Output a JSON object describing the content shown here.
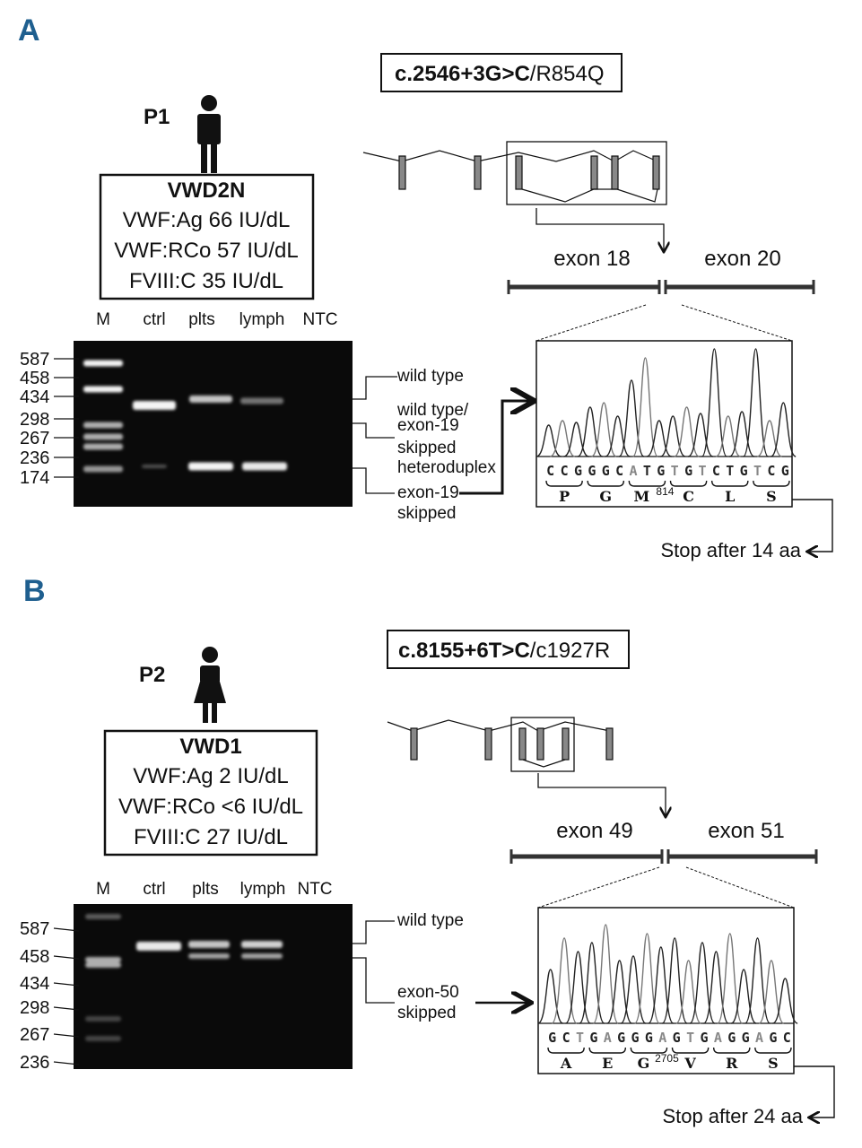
{
  "panels": [
    {
      "label": "A",
      "mutation_bold": "c.2546+3G>C",
      "mutation_rest": "/R854Q",
      "patient": "P1",
      "patient_sex": "male",
      "info": [
        "VWD2N",
        "VWF:Ag 66 IU/dL",
        "VWF:RCo 57 IU/dL",
        "FVIII:C 35 IU/dL"
      ],
      "lanes": [
        "M",
        "ctrl",
        "plts",
        "lymph",
        "NTC"
      ],
      "sizes": [
        "587",
        "458",
        "434",
        "298",
        "267",
        "236",
        "174"
      ],
      "band_labels": [
        "wild type",
        "wild type/",
        "exon-19",
        "skipped",
        "heteroduplex",
        "exon-19",
        "skipped"
      ],
      "exons": [
        "exon 18",
        "exon 20"
      ],
      "bases": [
        "C",
        "C",
        "G",
        "G",
        "G",
        "C",
        "A",
        "T",
        "G",
        "T",
        "G",
        "T",
        "C",
        "T",
        "G",
        "T",
        "C",
        "G"
      ],
      "amino_acids": [
        "P",
        "G",
        "M",
        "C",
        "L",
        "S"
      ],
      "aa_superscript": "814",
      "stop": "Stop after 14 aa"
    },
    {
      "label": "B",
      "mutation_bold": "c.8155+6T>C",
      "mutation_rest": "/c1927R",
      "patient": "P2",
      "patient_sex": "female",
      "info": [
        "VWD1",
        "VWF:Ag 2 IU/dL",
        "VWF:RCo <6 IU/dL",
        "FVIII:C 27 IU/dL"
      ],
      "lanes": [
        "M",
        "ctrl",
        "plts",
        "lymph",
        "NTC"
      ],
      "sizes": [
        "587",
        "458",
        "434",
        "298",
        "267",
        "236"
      ],
      "band_labels": [
        "wild type",
        "exon-50",
        "skipped"
      ],
      "exons": [
        "exon 49",
        "exon 51"
      ],
      "bases": [
        "G",
        "C",
        "T",
        "G",
        "A",
        "G",
        "G",
        "G",
        "A",
        "G",
        "T",
        "G",
        "A",
        "G",
        "G",
        "A",
        "G",
        "C"
      ],
      "amino_acids": [
        "A",
        "E",
        "G",
        "V",
        "R",
        "S"
      ],
      "aa_superscript": "2705",
      "stop": "Stop after 24 aa"
    }
  ],
  "colors": {
    "panel_label": "#1f5f8f",
    "gel": "#0a0a0a",
    "band": "#f4f4f4",
    "dim_base": "#888888"
  }
}
